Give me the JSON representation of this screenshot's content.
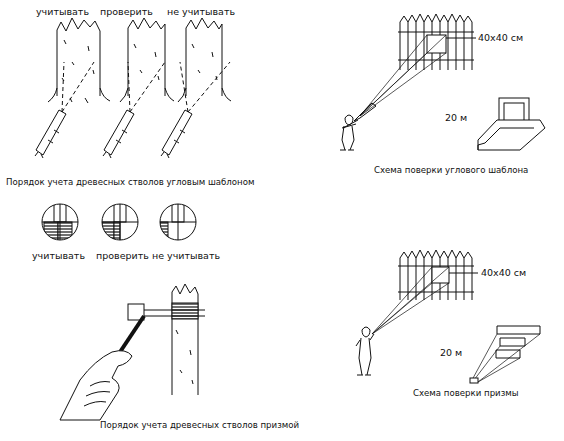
{
  "diagram": {
    "labels": [
      "учитывать",
      "проверить",
      "не учитывать",
      "Порядок учета древесных стволов угловым шаблоном",
      "40x40 см",
      "20 м",
      "Схема поверки углового шаблона",
      "учитывать",
      "проверить",
      "не учитывать",
      "40x40 см",
      "20 м",
      "Схема поверки призмы",
      "Порядок учета древесных стволов призмой"
    ]
  }
}
